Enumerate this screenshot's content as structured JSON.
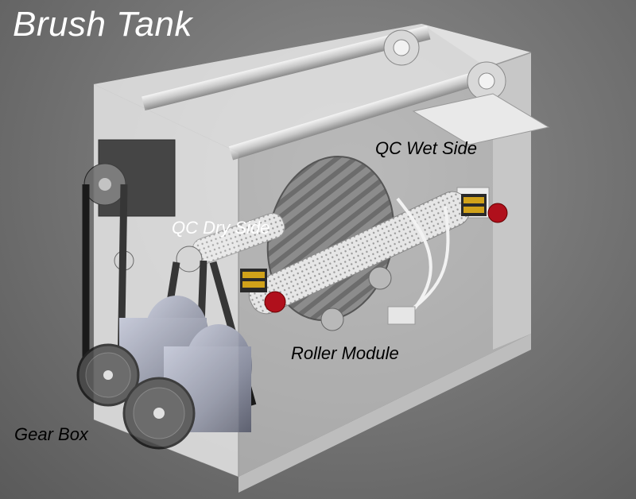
{
  "title": "Brush Tank",
  "labels": {
    "qc_wet_side": "QC Wet Side",
    "qc_dry_side": "QC Dry Side",
    "roller_module": "Roller Module",
    "gear_box": "Gear Box"
  },
  "colors": {
    "background": "#777777",
    "tank_panel": "#e8e8e8",
    "belt": "#1a1a1a",
    "knob": "#b0101c",
    "gear": "#4a4a4a"
  }
}
